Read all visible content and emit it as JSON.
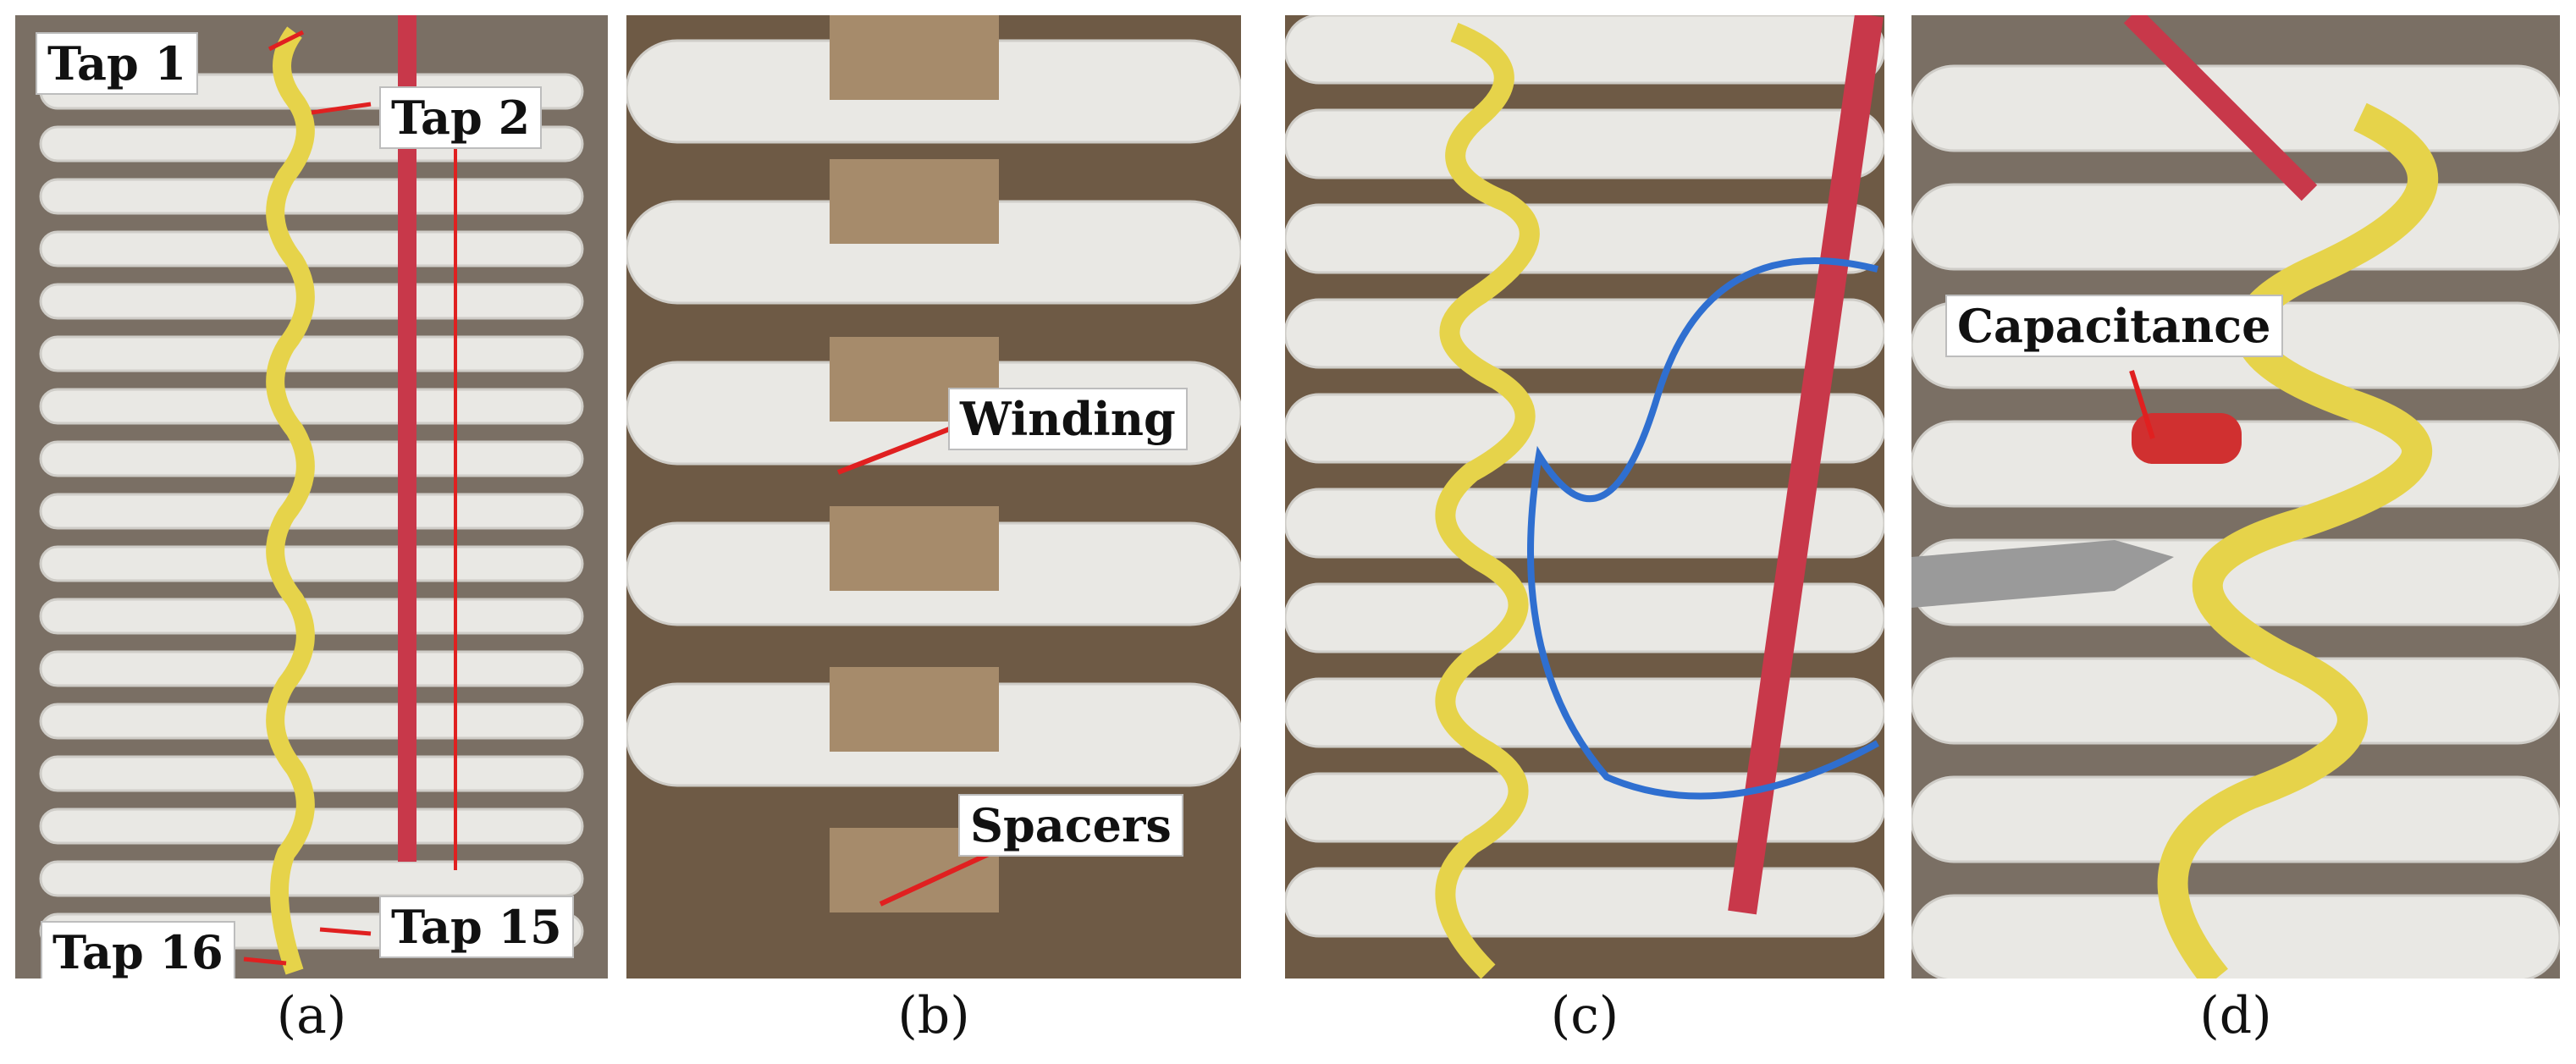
{
  "panels": [
    {
      "id": "a",
      "caption": "(a)",
      "labels": [
        "Tap 1",
        "Tap 2",
        "Tap 15",
        "Tap 16"
      ]
    },
    {
      "id": "b",
      "caption": "(b)",
      "labels": [
        "Winding",
        "Spacers"
      ]
    },
    {
      "id": "c",
      "caption": "(c)",
      "labels": []
    },
    {
      "id": "d",
      "caption": "(d)",
      "labels": [
        "Capacitance"
      ]
    }
  ],
  "colors": {
    "winding": "#e9e8e4",
    "winding_shade": "#cfcdc8",
    "spacer": "#a68b6b",
    "lead_yellow": "#e6d34a",
    "lead_red": "#c8384a",
    "lead_blue": "#2f6fd0",
    "arrow_red": "#e02020"
  }
}
